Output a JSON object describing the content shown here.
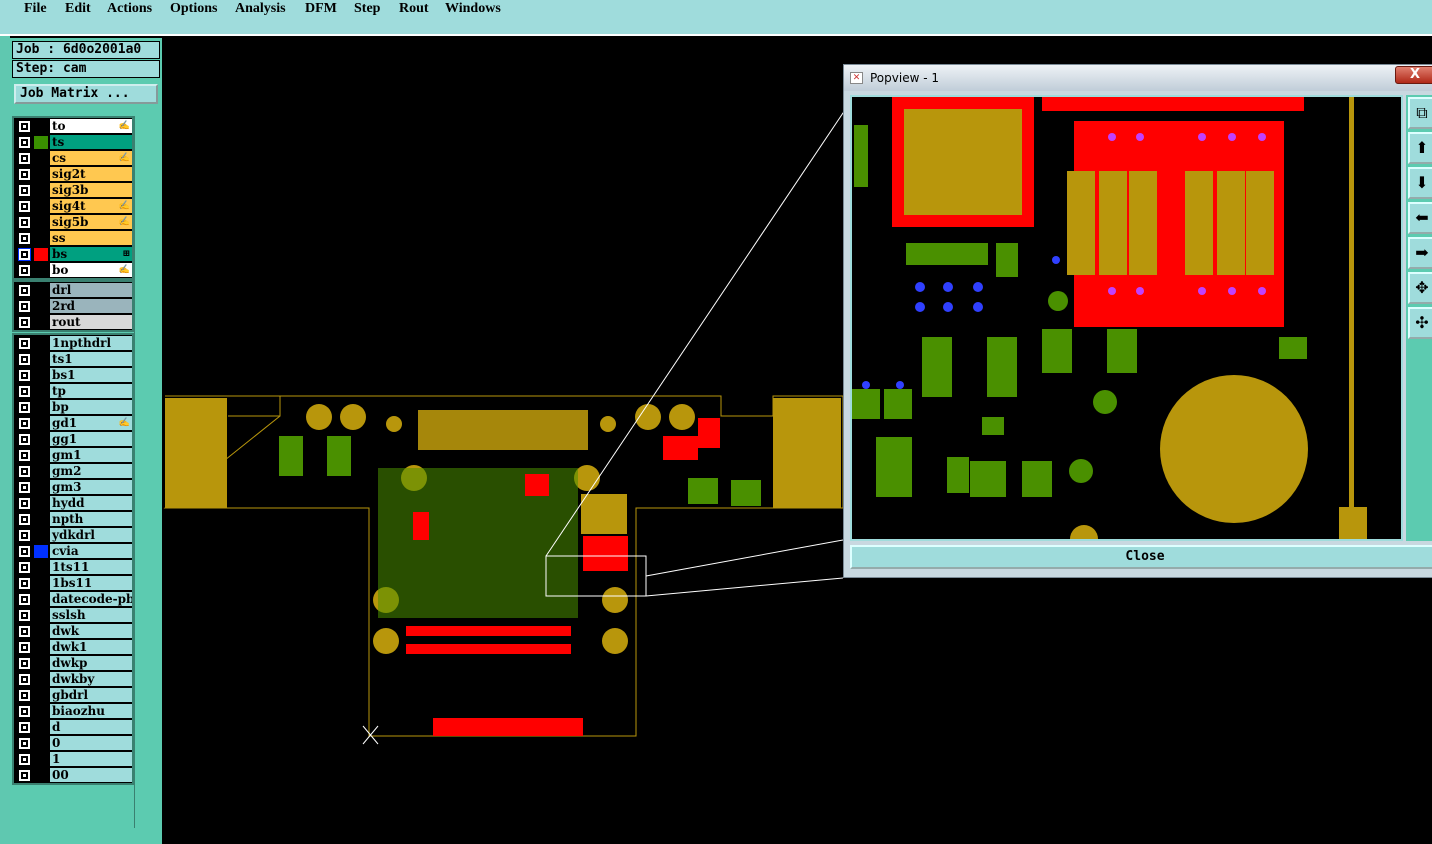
{
  "menu": [
    "File",
    "Edit",
    "Actions",
    "Options",
    "Analysis",
    "DFM",
    "Step",
    "Rout",
    "Windows"
  ],
  "job": "Job : 6d0o2001a0",
  "step": "Step: cam",
  "job_matrix": "Job Matrix ...",
  "layer_groups": [
    [
      {
        "name": "to",
        "bg": "#ffffff",
        "sw": "#000",
        "m": "✍"
      },
      {
        "name": "ts",
        "bg": "#00a080",
        "sw": "#3a9000"
      },
      {
        "name": "cs",
        "bg": "#ffc850",
        "sw": "#000",
        "m": "✍"
      },
      {
        "name": "sig2t",
        "bg": "#ffc850",
        "sw": "#000"
      },
      {
        "name": "sig3b",
        "bg": "#ffc850",
        "sw": "#000"
      },
      {
        "name": "sig4t",
        "bg": "#ffc850",
        "sw": "#000",
        "m": "✍"
      },
      {
        "name": "sig5b",
        "bg": "#ffc850",
        "sw": "#000",
        "m": "✍"
      },
      {
        "name": "ss",
        "bg": "#ffc850",
        "sw": "#000"
      },
      {
        "name": "bs",
        "bg": "#00a080",
        "sw": "#ff0000",
        "m": "⊞",
        "active": true
      },
      {
        "name": "bo",
        "bg": "#ffffff",
        "sw": "#000",
        "m": "✍"
      }
    ],
    [
      {
        "name": "drl",
        "bg": "#9ab4bc",
        "sw": "#000"
      },
      {
        "name": "2rd",
        "bg": "#9ab4bc",
        "sw": "#000"
      },
      {
        "name": "rout",
        "bg": "#d8d8d8",
        "sw": "#000"
      }
    ],
    [
      {
        "name": "1npthdrl"
      },
      {
        "name": "ts1"
      },
      {
        "name": "bs1"
      },
      {
        "name": "tp"
      },
      {
        "name": "bp"
      },
      {
        "name": "gd1",
        "m": "✍"
      },
      {
        "name": "gg1"
      },
      {
        "name": "gm1"
      },
      {
        "name": "gm2"
      },
      {
        "name": "gm3"
      },
      {
        "name": "hydd"
      },
      {
        "name": "npth"
      },
      {
        "name": "ydkdrl"
      },
      {
        "name": "cvia",
        "sw": "#0030ff"
      },
      {
        "name": "1ts11"
      },
      {
        "name": "1bs11"
      },
      {
        "name": "datecode-pbe"
      },
      {
        "name": "sslsh"
      },
      {
        "name": "dwk"
      },
      {
        "name": "dwk1"
      },
      {
        "name": "dwkp"
      },
      {
        "name": "dwkby"
      },
      {
        "name": "gbdrl"
      },
      {
        "name": "biaozhu"
      },
      {
        "name": "d"
      },
      {
        "name": "0"
      },
      {
        "name": "1"
      },
      {
        "name": "00"
      }
    ]
  ],
  "popup": {
    "title": "Popview - 1",
    "close_x": "X",
    "close_button": "Close",
    "tools": [
      "zoom-home-icon",
      "pan-up-icon",
      "pan-down-icon",
      "pan-left-icon",
      "pan-right-icon",
      "zoom-out-icon",
      "zoom-in-icon"
    ]
  },
  "colors": {
    "pad": "#b8960c",
    "signal": "#4a9000",
    "mask": "#ff0000",
    "via": "#0030ff",
    "panel": "#9fdcdc"
  }
}
